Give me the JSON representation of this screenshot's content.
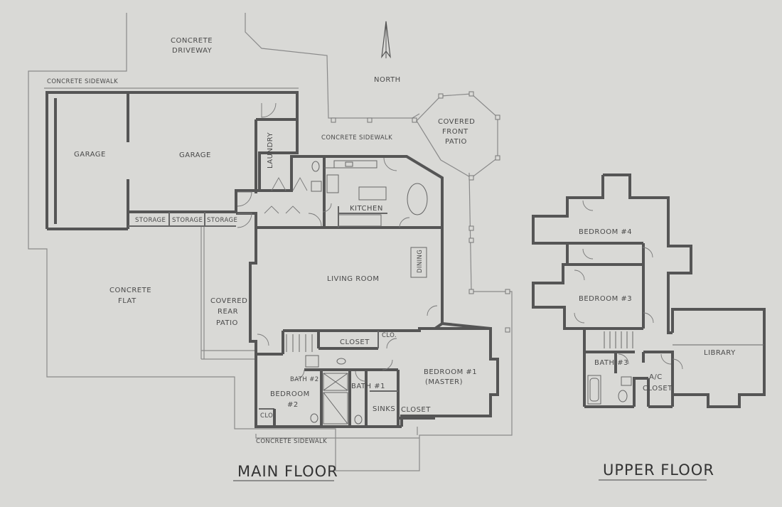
{
  "labels": {
    "concrete_driveway_1": "CONCRETE",
    "concrete_driveway_2": "DRIVEWAY",
    "north": "NORTH",
    "concrete_sidewalk_top": "CONCRETE SIDEWALK",
    "concrete_sidewalk_mid": "CONCRETE SIDEWALK",
    "concrete_sidewalk_bottom": "CONCRETE SIDEWALK",
    "covered_front_patio": [
      "COVERED",
      "FRONT",
      "PATIO"
    ],
    "garage_left": "GARAGE",
    "garage_right": "GARAGE",
    "laundry": "LAUNDRY",
    "storage_1": "STORAGE",
    "storage_2": "STORAGE",
    "storage_3": "STORAGE",
    "kitchen": "KITCHEN",
    "dining": "DINING",
    "living_room": "LIVING ROOM",
    "concrete_flat": [
      "CONCRETE",
      "FLAT"
    ],
    "covered_rear_patio": [
      "COVERED",
      "REAR",
      "PATIO"
    ],
    "closet_main": "CLOSET",
    "clo_1": "CLO.",
    "bath_2": "BATH #2",
    "bath_1": "BATH #1",
    "bedroom_2": [
      "BEDROOM",
      "#2"
    ],
    "clo_2": "CLO.",
    "sinks": "SINKS",
    "closet_master": "CLOSET",
    "bedroom_1": [
      "BEDROOM #1",
      "(MASTER)"
    ],
    "bedroom_4": "BEDROOM #4",
    "bedroom_3": "BEDROOM #3",
    "bath_3": "BATH #3",
    "ac_closet": [
      "A/C",
      "CLOSET"
    ],
    "library": "LIBRARY"
  },
  "titles": {
    "main_floor": "MAIN FLOOR",
    "upper_floor": "UPPER FLOOR"
  },
  "colors": {
    "paper": "#d9d9d6",
    "wall": "#555555",
    "ink": "#4a4a4a"
  }
}
